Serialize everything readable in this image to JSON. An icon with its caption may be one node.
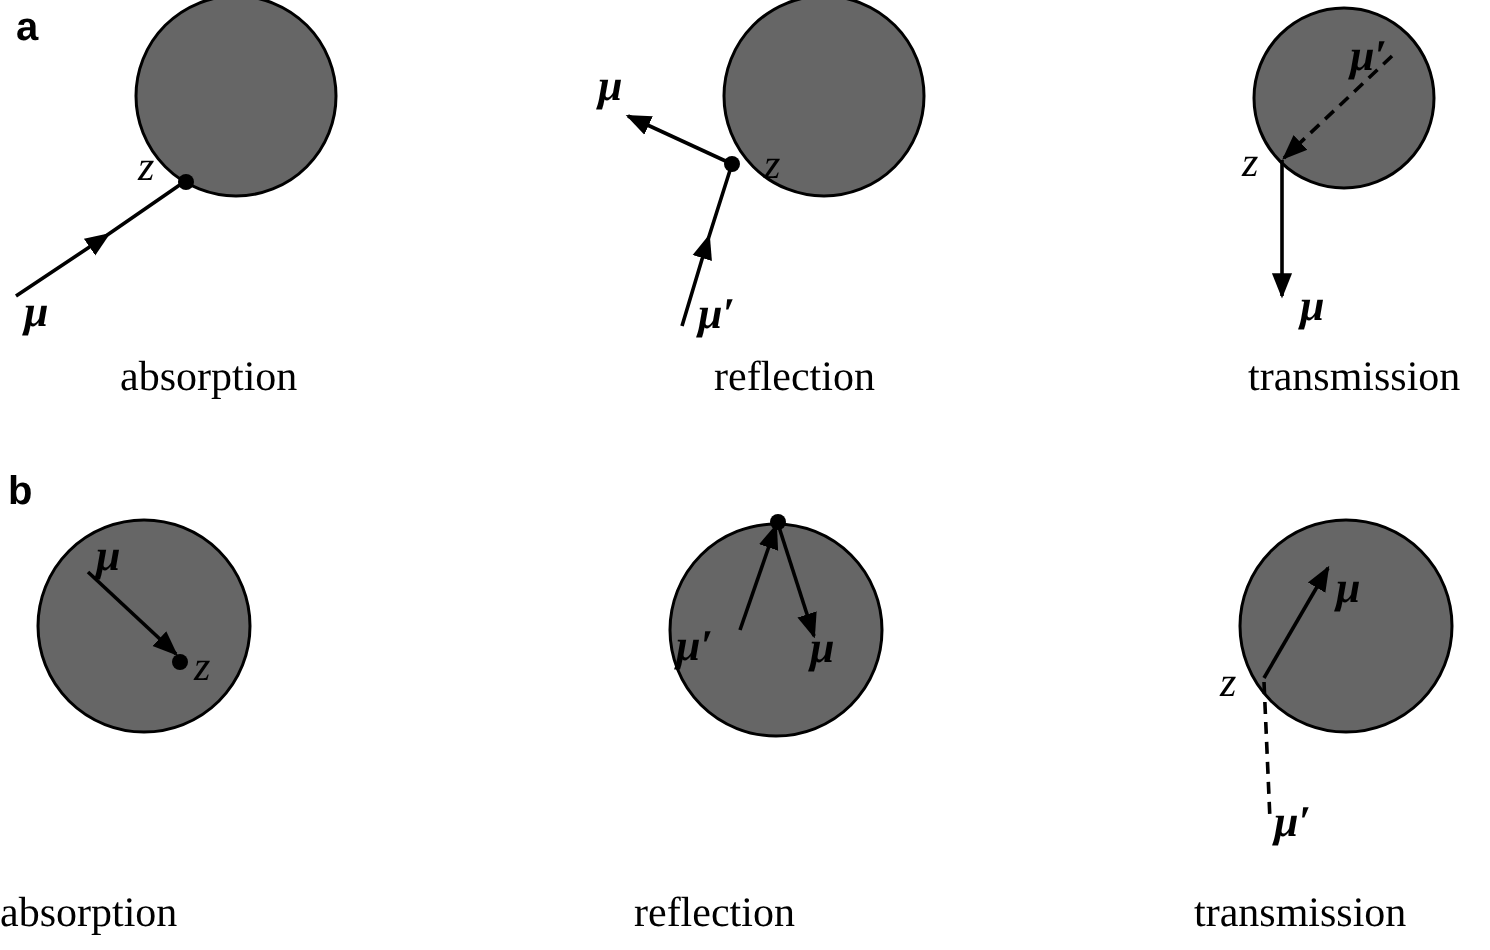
{
  "diagram": {
    "labels": [
      "a",
      "z",
      "μ",
      "absorption",
      "μ",
      "z",
      "μ′",
      "reflection",
      "μ′",
      "z",
      "μ",
      "transmission",
      "b",
      "μ",
      "z",
      "absorption",
      "μ′",
      "μ",
      "reflection",
      "μ",
      "z",
      "μ′",
      "transmission"
    ]
  }
}
